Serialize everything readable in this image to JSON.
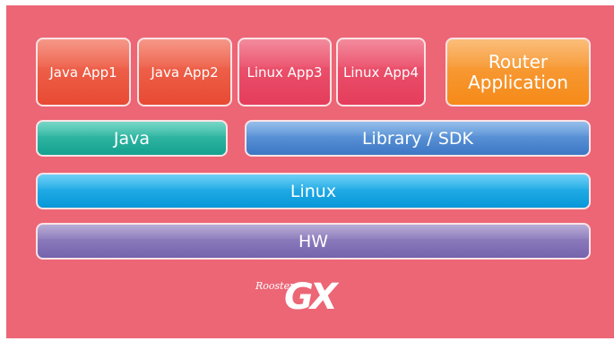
{
  "apps": [
    {
      "label": "Java App1"
    },
    {
      "label": "Java App2"
    },
    {
      "label": "Linux App3"
    },
    {
      "label": "Linux App4"
    },
    {
      "label": "Router\nApplication"
    }
  ],
  "layers": {
    "java": "Java",
    "library_sdk": "Library / SDK",
    "linux": "Linux",
    "hw": "HW"
  },
  "logo": {
    "small_text": "Rooster",
    "big_text": "GX"
  },
  "colors": {
    "background": "#ec6676",
    "java_apps": "#e84a33",
    "linux_apps": "#e43d5b",
    "router_application": "#f58a18",
    "java_layer": "#14a08f",
    "library_sdk_layer": "#3d77c4",
    "linux_layer": "#0796d8",
    "hw_layer": "#7563ad"
  }
}
